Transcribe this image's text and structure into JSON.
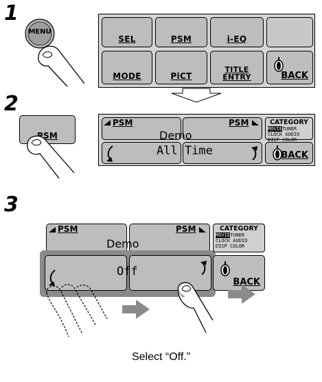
{
  "steps": [
    "1",
    "2",
    "3"
  ],
  "step1": {
    "menu_button": "MENU",
    "buttons": [
      "SEL",
      "PSM",
      "i-EQ",
      "MODE",
      "PiCT",
      "TITLE\nENTRY"
    ],
    "back": "BACK"
  },
  "step2": {
    "pressed_button": "PSM",
    "psm_left": "PSM",
    "psm_right": "PSM",
    "display_value": "Demo",
    "setting_value": "All Time",
    "category": {
      "title": "CATEGORY",
      "row1_selected": "MOVIE",
      "row1_rest": "TUNER",
      "row2": "CLOCK AUDIO",
      "row3": "DISP  COLOR"
    },
    "back": "BACK"
  },
  "step3": {
    "psm_left": "PSM",
    "psm_right": "PSM",
    "display_value": "Demo",
    "setting_value": "Off",
    "category": {
      "title": "CATEGORY",
      "row1_selected": "MOVIE",
      "row1_rest": "TUNER",
      "row2": "CLOCK AUDIO",
      "row3": "DISP  COLOR"
    },
    "back": "BACK"
  },
  "caption": "Select “Off.”"
}
